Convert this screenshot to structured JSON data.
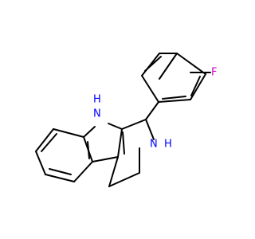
{
  "molecule": {
    "atom_labels": {
      "fluorine": "F",
      "indole_nh": "N",
      "indole_h": "H",
      "amine_nh": "N",
      "amine_h": "H"
    },
    "colors": {
      "bond": "#000000",
      "nitrogen": "#0000ff",
      "fluorine": "#cc00cc",
      "background": "#ffffff"
    }
  }
}
